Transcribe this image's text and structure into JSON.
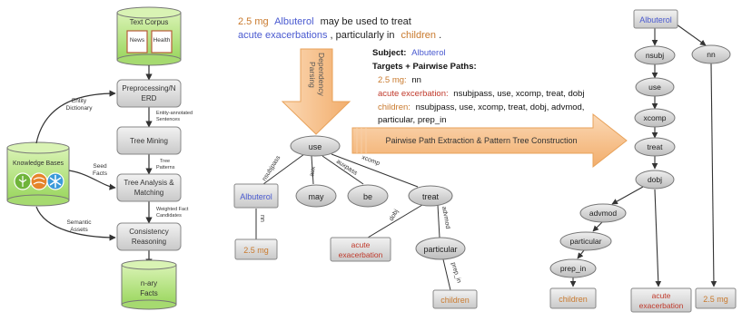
{
  "pipeline": {
    "text_corpus": "Text Corpus",
    "doc_news": "News",
    "doc_health": "Health",
    "preprocessing": [
      "Preprocessing/N",
      "ERD"
    ],
    "tree_mining": "Tree Mining",
    "tree_analysis": [
      "Tree Analysis &",
      "Matching"
    ],
    "consistency": [
      "Consistency",
      "Reasoning"
    ],
    "nary": [
      "n-ary",
      "Facts"
    ],
    "knowledge_bases": "Knowledge Bases",
    "edge_entity_annotated": [
      "Entity-annotated",
      "Sentences"
    ],
    "edge_tree_patterns": [
      "Tree",
      "Patterns"
    ],
    "edge_weighted": [
      "Weighted Fact",
      "Candidates"
    ],
    "edge_entity_dictionary": [
      "Entity",
      "Dictionary"
    ],
    "edge_seed_facts": [
      "Seed",
      "Facts"
    ],
    "edge_semantic_assets": [
      "Semantic",
      "Assets"
    ],
    "kb_colors": [
      "#6fb43a",
      "#e5842a",
      "#3a9ad9"
    ]
  },
  "sentence": {
    "line1_a": "2.5 mg",
    "line1_b": "Albuterol",
    "line1_c": "may be used to treat",
    "line2_a": "acute exacerbations",
    "line2_b": ", particularly in",
    "line2_c": "children",
    "line2_d": "."
  },
  "dependency_arrow": [
    "Dependency",
    "Parsing"
  ],
  "info": {
    "subject_label": "Subject:",
    "subject_value": "Albuterol",
    "targets_label": "Targets + Pairwise Paths:",
    "t1_name": "2.5 mg:",
    "t1_path": "nn",
    "t2_name": "acute excerbation:",
    "t2_path": "nsubjpass, use, xcomp, treat, dobj",
    "t3_name": "children:",
    "t3_path_line1": "nsubjpass, use, xcomp, treat, dobj, advmod,",
    "t3_path_line2": "particular, prep_in"
  },
  "pairwise_arrow": "Pairwise Path Extraction & Pattern Tree Construction",
  "dep_tree": {
    "use": "use",
    "albuterol": "Albuterol",
    "may": "may",
    "be": "be",
    "treat": "treat",
    "mg": "2.5 mg",
    "acute": [
      "acute",
      "exacerbation"
    ],
    "particular": "particular",
    "children": "children",
    "e_nsubjpass": "nsubjpass",
    "e_aux": "aux",
    "e_auxpass": "auxpass",
    "e_xcomp": "xcomp",
    "e_nn": "nn",
    "e_dobj": "dobj",
    "e_advmod": "advmod",
    "e_prep_in": "prep_in"
  },
  "pattern_tree": {
    "albuterol": "Albuterol",
    "nsubj": "nsubj",
    "nn": "nn",
    "use": "use",
    "xcomp": "xcomp",
    "treat": "treat",
    "dobj": "dobj",
    "advmod": "advmod",
    "particular": "particular",
    "prep_in": "prep_in",
    "children": "children",
    "acute": [
      "acute",
      "exacerbation"
    ],
    "mg": "2.5 mg"
  },
  "colors": {
    "entity_blue": "#4a5ad0",
    "entity_red": "#c0392b",
    "target_orange": "#c97a2e",
    "arrow_fill": "#f6c08e",
    "arrow_stroke": "#e8a25a"
  }
}
